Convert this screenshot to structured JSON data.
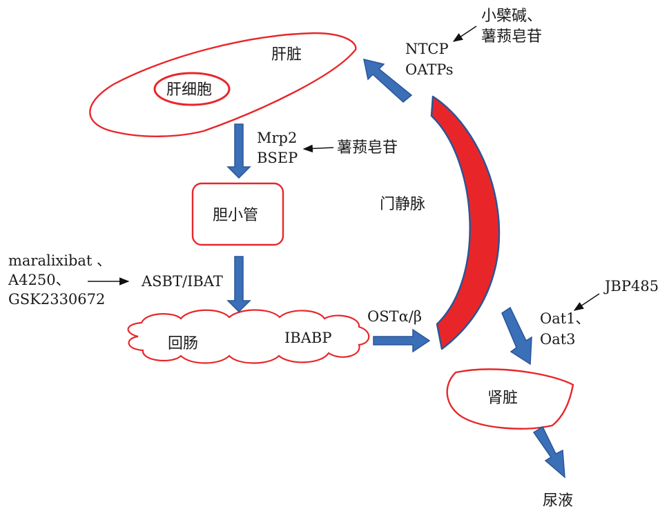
{
  "colors": {
    "organ_outline": "#e8262a",
    "arrow_fill": "#3b6fb8",
    "arrow_stroke": "#2a5596",
    "portal_vein_fill": "#e8262a",
    "portal_vein_stroke": "#2a5596",
    "text": "#1a1a1a",
    "pointer": "#111111"
  },
  "organs": {
    "liver": "肝脏",
    "hepatocyte": "肝细胞",
    "bile_canaliculus": "胆小管",
    "ileum": "回肠",
    "kidney": "肾脏",
    "urine": "尿液",
    "portal_vein": "门静脉"
  },
  "transporters": {
    "ntcp": "NTCP",
    "oatps": "OATPs",
    "mrp2": "Mrp2",
    "bsep": "BSEP",
    "asbt_ibat": "ASBT/IBAT",
    "ibabp": "IBABP",
    "ost": "OSTα/β",
    "oat1": "Oat1、",
    "oat3": "Oat3"
  },
  "drugs": {
    "berberine": "小檗碱、",
    "dioscin_1": "薯蓣皂苷",
    "dioscin_2": "薯蓣皂苷",
    "maralixibat": "maralixibat 、",
    "a4250": "A4250、",
    "gsk": "GSK2330672",
    "jbp485": "JBP485"
  }
}
